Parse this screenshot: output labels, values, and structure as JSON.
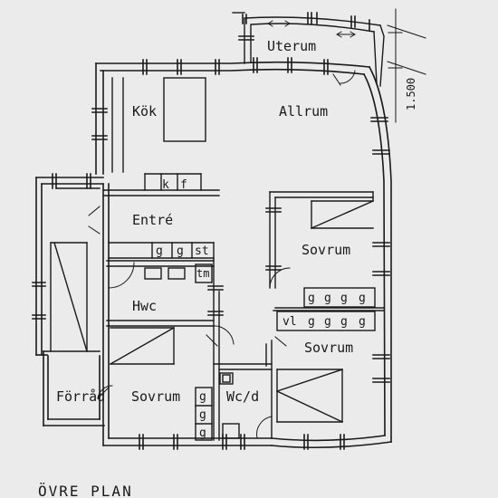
{
  "plan_title": "ÖVRE PLAN",
  "scale_note": "1.500",
  "rooms": {
    "uterum": "Uterum",
    "kok": "Kök",
    "allrum": "Allrum",
    "entre": "Entré",
    "sovrum_east_upper": "Sovrum",
    "sovrum_east_lower": "Sovrum",
    "hwc": "Hwc",
    "forrad": "Förråd",
    "sovrum_sw": "Sovrum",
    "wcd": "Wc/d"
  },
  "fixtures": {
    "kitchen_k": "k",
    "kitchen_f": "f",
    "entry_g1": "g",
    "entry_g2": "g",
    "entry_st": "st",
    "hwc_tm": "tm",
    "east_closet_g": [
      "g",
      "g",
      "g",
      "g"
    ],
    "east_lower_vl": "vl",
    "east_lower_g": [
      "g",
      "g",
      "g",
      "g"
    ],
    "sw_closet_g": [
      "g",
      "g",
      "g"
    ]
  },
  "colors": {
    "paper": "#ebebeb",
    "ink": "#1a1a1a"
  }
}
